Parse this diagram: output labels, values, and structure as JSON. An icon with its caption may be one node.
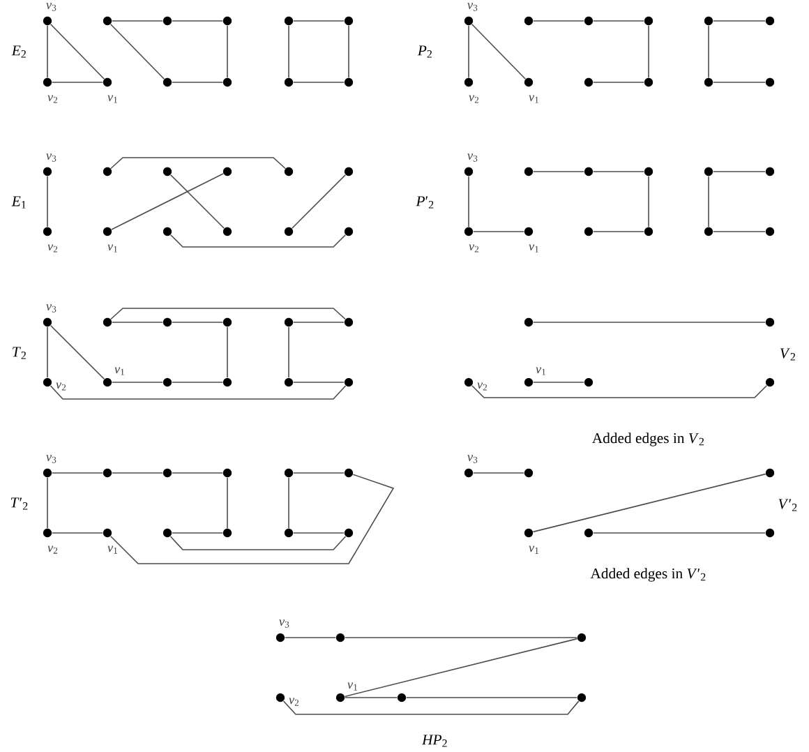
{
  "diagram": {
    "nodes": [
      {
        "text": [],
        "shape": "circle",
        "beside": [
          "*v*$_{3}$"
        ]
      },
      {
        "text": [],
        "shape": "circle"
      },
      {
        "text": [],
        "shape": "circle"
      },
      {
        "text": [],
        "shape": "circle"
      },
      {
        "text": [],
        "shape": "circle"
      },
      {
        "text": [],
        "shape": "circle"
      },
      {
        "text": [],
        "shape": "circle",
        "beside": [
          "*v*$_{2}$"
        ]
      },
      {
        "text": [],
        "shape": "circle",
        "beside": [
          "*v*$_{1}$"
        ]
      },
      {
        "text": [],
        "shape": "circle"
      },
      {
        "text": [],
        "shape": "circle"
      },
      {
        "text": [],
        "shape": "circle"
      },
      {
        "text": [],
        "shape": "circle"
      },
      {
        "text": [],
        "shape": "circle",
        "beside": [
          "*v*$_{3}$"
        ]
      },
      {
        "text": [],
        "shape": "circle"
      },
      {
        "text": [],
        "shape": "circle"
      },
      {
        "text": [],
        "shape": "circle"
      },
      {
        "text": [],
        "shape": "circle"
      },
      {
        "text": [],
        "shape": "circle"
      },
      {
        "text": [],
        "shape": "circle",
        "beside": [
          "*v*$_{2}$"
        ]
      },
      {
        "text": [],
        "shape": "circle",
        "beside": [
          "*v*$_{1}$"
        ]
      },
      {
        "text": [],
        "shape": "circle"
      },
      {
        "text": [],
        "shape": "circle"
      },
      {
        "text": [],
        "shape": "circle"
      },
      {
        "text": [],
        "shape": "circle"
      },
      {
        "text": [],
        "shape": "circle",
        "beside": [
          "*v*$_{3}$"
        ]
      },
      {
        "text": [],
        "shape": "circle"
      },
      {
        "text": [],
        "shape": "circle"
      },
      {
        "text": [],
        "shape": "circle"
      },
      {
        "text": [],
        "shape": "circle"
      },
      {
        "text": [],
        "shape": "circle"
      },
      {
        "text": [],
        "shape": "circle",
        "beside": [
          "*v*$_{2}$"
        ]
      },
      {
        "text": [],
        "shape": "circle",
        "beside": [
          "*v*$_{1}$"
        ]
      },
      {
        "text": [],
        "shape": "circle"
      },
      {
        "text": [],
        "shape": "circle"
      },
      {
        "text": [],
        "shape": "circle"
      },
      {
        "text": [],
        "shape": "circle"
      },
      {
        "text": [],
        "shape": "circle",
        "beside": [
          "*v*$_{3}$"
        ]
      },
      {
        "text": [],
        "shape": "circle"
      },
      {
        "text": [],
        "shape": "circle"
      },
      {
        "text": [],
        "shape": "circle"
      },
      {
        "text": [],
        "shape": "circle"
      },
      {
        "text": [],
        "shape": "circle"
      },
      {
        "text": [],
        "shape": "circle",
        "beside": [
          "*v*$_{2}$"
        ]
      },
      {
        "text": [],
        "shape": "circle",
        "beside": [
          "*v*$_{1}$"
        ]
      },
      {
        "text": [],
        "shape": "circle"
      },
      {
        "text": [],
        "shape": "circle"
      },
      {
        "text": [],
        "shape": "circle"
      },
      {
        "text": [],
        "shape": "circle"
      },
      {
        "text": [],
        "shape": "circle",
        "beside": [
          "*v*$_{3}$"
        ]
      },
      {
        "text": [],
        "shape": "circle"
      },
      {
        "text": [],
        "shape": "circle"
      },
      {
        "text": [],
        "shape": "circle"
      },
      {
        "text": [],
        "shape": "circle"
      },
      {
        "text": [],
        "shape": "circle"
      },
      {
        "text": [],
        "shape": "circle",
        "beside": [
          "*v*$_{2}$"
        ]
      },
      {
        "text": [],
        "shape": "circle",
        "beside": [
          "*v*$_{1}$"
        ]
      },
      {
        "text": [],
        "shape": "circle"
      },
      {
        "text": [],
        "shape": "circle"
      },
      {
        "text": [],
        "shape": "circle"
      },
      {
        "text": [],
        "shape": "circle"
      },
      {
        "text": [],
        "shape": "circle"
      },
      {
        "text": [],
        "shape": "circle"
      },
      {
        "text": [],
        "shape": "circle",
        "beside": [
          "*v*$_{2}$"
        ]
      },
      {
        "text": [],
        "shape": "circle",
        "beside": [
          "*v*$_{1}$"
        ]
      },
      {
        "text": [],
        "shape": "circle"
      },
      {
        "text": [],
        "shape": "circle"
      },
      {
        "text": [],
        "shape": "circle",
        "beside": [
          "*v*$_{3}$"
        ]
      },
      {
        "text": [],
        "shape": "circle"
      },
      {
        "text": [],
        "shape": "circle"
      },
      {
        "text": [],
        "shape": "circle"
      },
      {
        "text": [],
        "shape": "circle"
      },
      {
        "text": [],
        "shape": "circle"
      },
      {
        "text": [],
        "shape": "circle",
        "beside": [
          "*v*$_{2}$"
        ]
      },
      {
        "text": [],
        "shape": "circle",
        "beside": [
          "*v*$_{1}$"
        ]
      },
      {
        "text": [],
        "shape": "circle"
      },
      {
        "text": [],
        "shape": "circle"
      },
      {
        "text": [],
        "shape": "circle"
      },
      {
        "text": [],
        "shape": "circle"
      },
      {
        "text": [],
        "shape": "circle",
        "beside": [
          "*v*$_{3}$"
        ]
      },
      {
        "text": [],
        "shape": "circle"
      },
      {
        "text": [],
        "shape": "circle"
      },
      {
        "text": [],
        "shape": "circle",
        "beside": [
          "*v*$_{1}$"
        ]
      },
      {
        "text": [],
        "shape": "circle"
      },
      {
        "text": [],
        "shape": "circle"
      },
      {
        "text": [],
        "shape": "circle",
        "beside": [
          "*v*$_{3}$"
        ]
      },
      {
        "text": [],
        "shape": "circle"
      },
      {
        "text": [],
        "shape": "circle"
      },
      {
        "text": [],
        "shape": "circle",
        "beside": [
          "*v*$_{2}$"
        ]
      },
      {
        "text": [],
        "shape": "circle",
        "beside": [
          "*v*$_{1}$"
        ]
      },
      {
        "text": [],
        "shape": "circle"
      },
      {
        "text": [],
        "shape": "circle"
      }
    ],
    "edges": [
      {
        "from": 0,
        "to": 6,
        "arrow": "none"
      },
      {
        "from": 0,
        "to": 7,
        "arrow": "none"
      },
      {
        "from": 6,
        "to": 7,
        "arrow": "none"
      },
      {
        "from": 1,
        "to": 2,
        "arrow": "none"
      },
      {
        "from": 2,
        "to": 3,
        "arrow": "none"
      },
      {
        "from": 1,
        "to": 8,
        "arrow": "none"
      },
      {
        "from": 8,
        "to": 9,
        "arrow": "none"
      },
      {
        "from": 3,
        "to": 9,
        "arrow": "none"
      },
      {
        "from": 4,
        "to": 5,
        "arrow": "none"
      },
      {
        "from": 4,
        "to": 10,
        "arrow": "none"
      },
      {
        "from": 10,
        "to": 11,
        "arrow": "none"
      },
      {
        "from": 5,
        "to": 11,
        "arrow": "none"
      },
      {
        "from": 12,
        "to": 18,
        "arrow": "none"
      },
      {
        "from": 12,
        "to": 19,
        "arrow": "none"
      },
      {
        "from": 13,
        "to": 14,
        "arrow": "none"
      },
      {
        "from": 14,
        "to": 15,
        "arrow": "none"
      },
      {
        "from": 15,
        "to": 21,
        "arrow": "none"
      },
      {
        "from": 20,
        "to": 21,
        "arrow": "none"
      },
      {
        "from": 16,
        "to": 17,
        "arrow": "none"
      },
      {
        "from": 16,
        "to": 22,
        "arrow": "none"
      },
      {
        "from": 22,
        "to": 23,
        "arrow": "none"
      },
      {
        "from": 24,
        "to": 30,
        "arrow": "none"
      },
      {
        "from": 25,
        "to": 28,
        "arrow": "none"
      },
      {
        "from": 26,
        "to": 33,
        "arrow": "none"
      },
      {
        "from": 31,
        "to": 27,
        "arrow": "none"
      },
      {
        "from": 29,
        "to": 34,
        "arrow": "none"
      },
      {
        "from": 32,
        "to": 35,
        "arrow": "none"
      },
      {
        "from": 36,
        "to": 42,
        "arrow": "none"
      },
      {
        "from": 42,
        "to": 43,
        "arrow": "none"
      },
      {
        "from": 37,
        "to": 38,
        "arrow": "none"
      },
      {
        "from": 38,
        "to": 39,
        "arrow": "none"
      },
      {
        "from": 39,
        "to": 45,
        "arrow": "none"
      },
      {
        "from": 44,
        "to": 45,
        "arrow": "none"
      },
      {
        "from": 40,
        "to": 41,
        "arrow": "none"
      },
      {
        "from": 40,
        "to": 46,
        "arrow": "none"
      },
      {
        "from": 46,
        "to": 47,
        "arrow": "none"
      },
      {
        "from": 48,
        "to": 54,
        "arrow": "none"
      },
      {
        "from": 48,
        "to": 55,
        "arrow": "none"
      },
      {
        "from": 49,
        "to": 50,
        "arrow": "none"
      },
      {
        "from": 50,
        "to": 51,
        "arrow": "none"
      },
      {
        "from": 51,
        "to": 57,
        "arrow": "none"
      },
      {
        "from": 55,
        "to": 56,
        "arrow": "none"
      },
      {
        "from": 56,
        "to": 57,
        "arrow": "none"
      },
      {
        "from": 52,
        "to": 58,
        "arrow": "none"
      },
      {
        "from": 52,
        "to": 53,
        "arrow": "none"
      },
      {
        "from": 58,
        "to": 59,
        "arrow": "none"
      },
      {
        "from": 49,
        "to": 53,
        "arrow": "none"
      },
      {
        "from": 54,
        "to": 59,
        "arrow": "none"
      },
      {
        "from": 60,
        "to": 61,
        "arrow": "none"
      },
      {
        "from": 63,
        "to": 64,
        "arrow": "none"
      },
      {
        "from": 62,
        "to": 65,
        "arrow": "none"
      },
      {
        "from": 66,
        "to": 67,
        "arrow": "none"
      },
      {
        "from": 67,
        "to": 68,
        "arrow": "none"
      },
      {
        "from": 68,
        "to": 69,
        "arrow": "none"
      },
      {
        "from": 69,
        "to": 75,
        "arrow": "none"
      },
      {
        "from": 66,
        "to": 72,
        "arrow": "none"
      },
      {
        "from": 72,
        "to": 73,
        "arrow": "none"
      },
      {
        "from": 74,
        "to": 75,
        "arrow": "none"
      },
      {
        "from": 74,
        "to": 77,
        "arrow": "none"
      },
      {
        "from": 70,
        "to": 76,
        "arrow": "none"
      },
      {
        "from": 70,
        "to": 71,
        "arrow": "none"
      },
      {
        "from": 76,
        "to": 77,
        "arrow": "none"
      },
      {
        "from": 71,
        "to": 73,
        "arrow": "none"
      },
      {
        "from": 78,
        "to": 79,
        "arrow": "none"
      },
      {
        "from": 81,
        "to": 80,
        "arrow": "none"
      },
      {
        "from": 82,
        "to": 83,
        "arrow": "none"
      },
      {
        "from": 84,
        "to": 85,
        "arrow": "none"
      },
      {
        "from": 85,
        "to": 86,
        "arrow": "none"
      },
      {
        "from": 86,
        "to": 88,
        "arrow": "none"
      },
      {
        "from": 88,
        "to": 89,
        "arrow": "none"
      },
      {
        "from": 89,
        "to": 90,
        "arrow": "none"
      },
      {
        "from": 87,
        "to": 90,
        "arrow": "none"
      }
    ],
    "labels": [
      "*E*$_{2}$",
      "*P*$_{2}$",
      "*E*$_{1}$",
      "*P*′$_{2}$",
      "*T*$_{2}$",
      "*V*$_{2}$",
      "Added edges in *V*$_{2}$",
      "*T*′$_{2}$",
      "*V*′$_{2}$",
      "Added edges in *V*′$_{2}$",
      "*HP*$_{2}$"
    ]
  }
}
